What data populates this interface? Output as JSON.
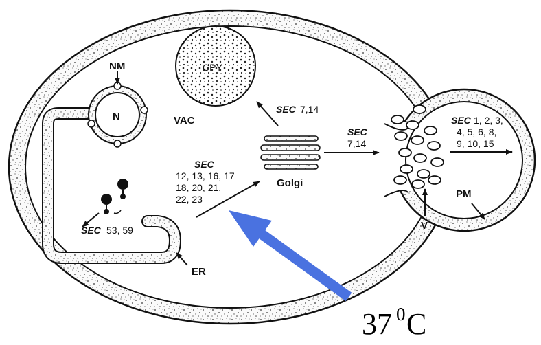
{
  "labels": {
    "nm": "NM",
    "n": "N",
    "cpy": "CPY",
    "vac": "VAC",
    "golgi": "Golgi",
    "er": "ER",
    "v": "V",
    "pm": "PM"
  },
  "sec_golgi_vac": {
    "sec": "SEC",
    "nums": "7,14"
  },
  "sec_golgi_bud": {
    "sec": "SEC",
    "line2": "7,14"
  },
  "sec_bud_pm": {
    "sec": "SEC",
    "line1": "1, 2, 3,",
    "line2": "4, 5, 6, 8,",
    "line3": "9, 10, 15"
  },
  "sec_er_golgi": {
    "sec": "SEC",
    "line1": "12, 13, 16, 17",
    "line2": "18, 20, 21,",
    "line3": "22, 23"
  },
  "sec_er_exit": {
    "sec": "SEC",
    "nums": "53, 59"
  },
  "temperature": {
    "value": "37",
    "sup": "0",
    "unit": "C"
  },
  "colors": {
    "arrow": "#4A72E0",
    "ink": "#111111"
  }
}
